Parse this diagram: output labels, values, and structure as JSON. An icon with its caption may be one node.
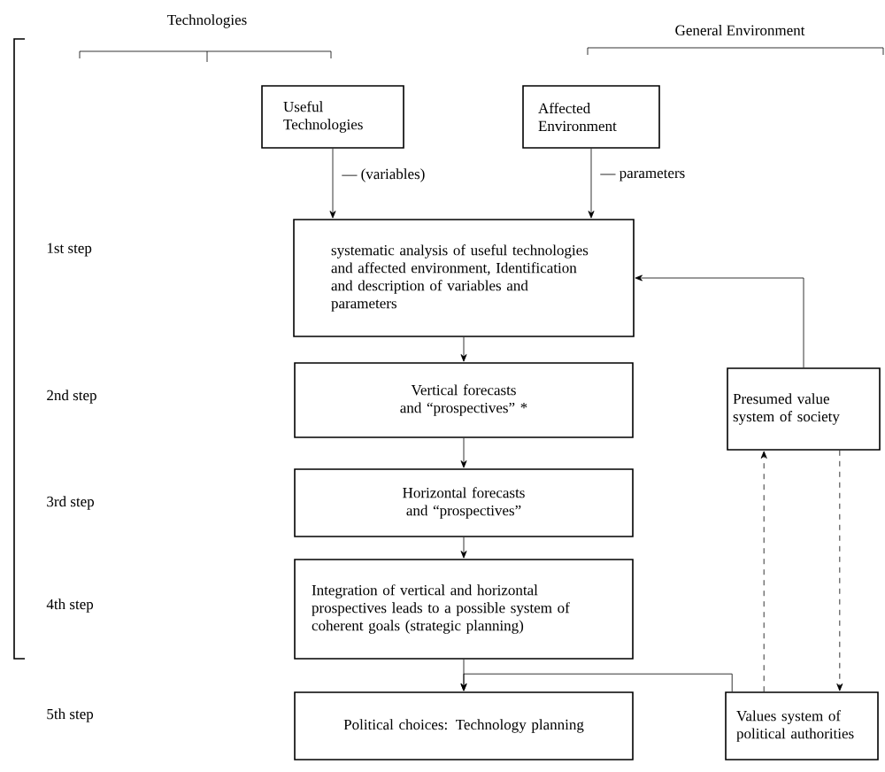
{
  "diagram": {
    "nodes": [
      {
        "text": [
          "Useful Technologies"
        ]
      },
      {
        "text": [
          "Affected Environment"
        ]
      },
      {
        "text": [
          "systematic analysis of useful technologies and affected environment, Identification and description of variables and parameters"
        ]
      },
      {
        "text": [
          "Vertical forecasts and “prospectives” *"
        ]
      },
      {
        "text": [
          "Horizontal forecasts and “prospectives”"
        ]
      },
      {
        "text": [
          "Integration of vertical and horizontal prospectives leads to a possible system of coherent goals (strategic planning)"
        ]
      },
      {
        "text": [
          "Political choices: Technology planning"
        ]
      },
      {
        "text": [
          "Presumed value system of society"
        ]
      },
      {
        "text": [
          "Values system of political authorities"
        ]
      }
    ],
    "edges": [
      {
        "from": 0,
        "to": 2,
        "arrow": "to",
        "label": "— (variables)"
      },
      {
        "from": 1,
        "to": 2,
        "arrow": "to",
        "label": "— parameters"
      },
      {
        "from": 2,
        "to": 3,
        "arrow": "to"
      },
      {
        "from": 3,
        "to": 4,
        "arrow": "to"
      },
      {
        "from": 4,
        "to": 5,
        "arrow": "to"
      },
      {
        "from": 5,
        "to": 6,
        "arrow": "to"
      },
      {
        "from": 7,
        "to": 2,
        "arrow": "to"
      },
      {
        "from": 8,
        "to": 6,
        "arrow": "to"
      },
      {
        "from": 8,
        "to": 7,
        "arrow": "to",
        "style": "dashed"
      },
      {
        "from": 7,
        "to": 8,
        "arrow": "to",
        "style": "dashed"
      }
    ],
    "labels": [
      "Technologies",
      "General Environment",
      "1st step",
      "2nd step",
      "3rd step",
      "4th step",
      "5th step"
    ]
  }
}
